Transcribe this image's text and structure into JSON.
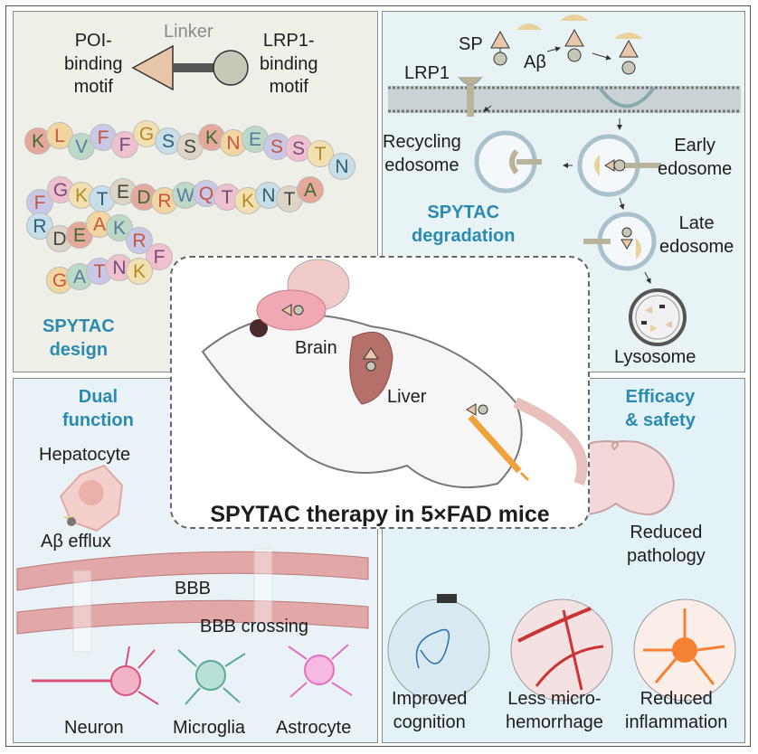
{
  "design": {
    "poi_label": "POI-\nbinding\nmotif",
    "linker_label": "Linker",
    "lrp1_label": "LRP1-\nbinding\nmotif",
    "title": "SPYTAC\ndesign",
    "sequence_row1": [
      "K",
      "L",
      "V",
      "F",
      "F",
      "G",
      "S",
      "S",
      "K",
      "N",
      "E",
      "S",
      "S",
      "T",
      "N"
    ],
    "sequence_row2": [
      "F",
      "G",
      "K",
      "T",
      "E",
      "D",
      "R",
      "W",
      "Q",
      "T",
      "K",
      "N",
      "T",
      "A"
    ],
    "sequence_row3": [
      "R",
      "D",
      "E",
      "A",
      "K",
      "R",
      "F"
    ],
    "sequence_row4": [
      "G",
      "A",
      "T",
      "N",
      "K"
    ]
  },
  "degradation": {
    "sp_label": "SP",
    "abeta_label": "Aβ",
    "lrp1_label": "LRP1",
    "recycling_label": "Recycling\nedosome",
    "early_label": "Early\nedosome",
    "late_label": "Late\nedosome",
    "lysosome_label": "Lysosome",
    "title": "SPYTAC\ndegradation"
  },
  "center": {
    "title": "SPYTAC therapy in 5×FAD mice",
    "brain_label": "Brain",
    "liver_label": "Liver"
  },
  "dual": {
    "title": "Dual\nfunction",
    "hepatocyte_label": "Hepatocyte",
    "efflux_label": "Aβ efflux",
    "bbb_label": "BBB",
    "crossing_label": "BBB crossing",
    "neuron_label": "Neuron",
    "microglia_label": "Microglia",
    "astrocyte_label": "Astrocyte"
  },
  "efficacy": {
    "title": "Efficacy\n& safety",
    "pathology_label": "Reduced\npathology",
    "cognition_label": "Improved\ncognition",
    "hemorrhage_label": "Less micro-\nhemorrhage",
    "inflammation_label": "Reduced\ninflammation"
  },
  "colors": {
    "accent_blue": "#2a8ab0",
    "poi_triangle": "#e8c7a8",
    "lrp1_circle": "#c8c8b8",
    "ligand_yellow": "#e8d29a",
    "liver": "#b5706a",
    "vessel": "#e2a7a7",
    "neuron": "#d94f7a",
    "microglia": "#5aa898",
    "astrocyte": "#e26fc0",
    "syringe": "#f0a23a"
  }
}
